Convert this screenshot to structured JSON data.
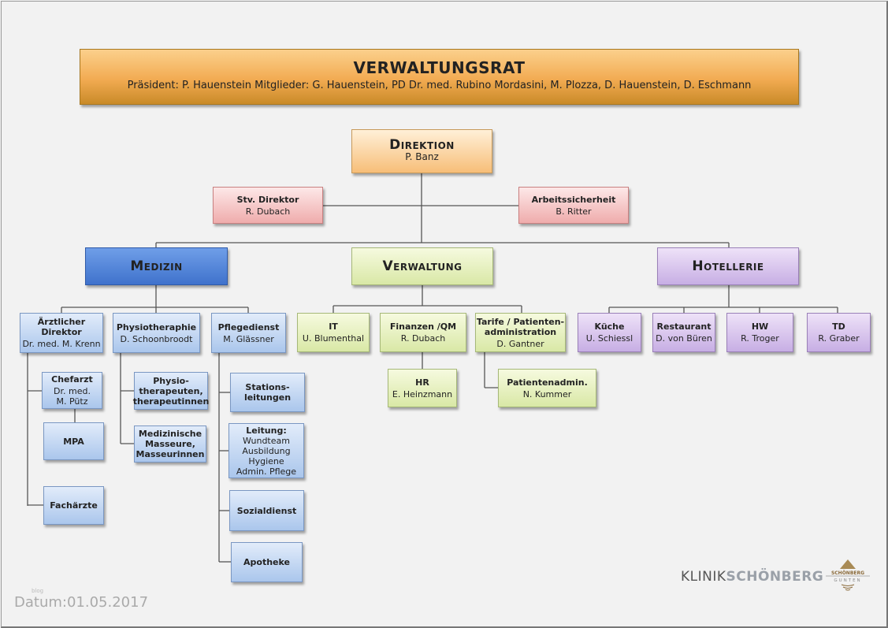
{
  "board": {
    "title": "VERWALTUNGSRAT",
    "members": "Präsident: P. Hauenstein Mitglieder: G. Hauenstein, PD Dr. med. Rubino Mordasini, M. Plozza, D. Hauenstein, D. Eschmann"
  },
  "boxes": [
    {
      "id": "direktion",
      "title": "Direktion",
      "name": "P. Banz"
    },
    {
      "id": "stv",
      "title": "Stv. Direktor",
      "name": "R. Dubach"
    },
    {
      "id": "arbeit",
      "title": "Arbeitssicherheit",
      "name": "B. Ritter"
    },
    {
      "id": "medizin",
      "title": "Medizin",
      "name": ""
    },
    {
      "id": "verwaltung",
      "title": "Verwaltung",
      "name": ""
    },
    {
      "id": "hotellerie",
      "title": "Hotellerie",
      "name": ""
    },
    {
      "id": "aerztl",
      "title": "Ärztlicher Direktor",
      "name": "Dr. med. M. Krenn"
    },
    {
      "id": "physio",
      "title": "Physiotheraphie",
      "name": "D. Schoonbroodt"
    },
    {
      "id": "pflege",
      "title": "Pflegedienst",
      "name": "M. Glässner"
    },
    {
      "id": "chefarzt",
      "title": "Chefarzt",
      "name": "Dr. med.\nM. Pütz"
    },
    {
      "id": "mpa",
      "title": "MPA",
      "name": ""
    },
    {
      "id": "fachaerzte",
      "title": "Fachärzte",
      "name": ""
    },
    {
      "id": "physiother",
      "title": "Physio-\ntherapeuten,\ntherapeutinnen",
      "name": ""
    },
    {
      "id": "masseure",
      "title": "Medizinische\nMasseure,\nMasseurinnen",
      "name": ""
    },
    {
      "id": "stations",
      "title": "Stations-\nleitungen",
      "name": ""
    },
    {
      "id": "leitung",
      "title": "Leitung:",
      "name": "Wundteam\nAusbildung\nHygiene\nAdmin. Pflege"
    },
    {
      "id": "sozial",
      "title": "Sozialdienst",
      "name": ""
    },
    {
      "id": "apotheke",
      "title": "Apotheke",
      "name": ""
    },
    {
      "id": "it",
      "title": "IT",
      "name": "U. Blumenthal"
    },
    {
      "id": "finanzen",
      "title": "Finanzen /QM",
      "name": "R. Dubach"
    },
    {
      "id": "tarife",
      "title": "Tarife / Patienten-\nadministration",
      "name": "D. Gantner"
    },
    {
      "id": "hr",
      "title": "HR",
      "name": "E. Heinzmann"
    },
    {
      "id": "patadmin",
      "title": "Patientenadmin.",
      "name": "N. Kummer"
    },
    {
      "id": "kueche",
      "title": "Küche",
      "name": "U. Schiessl"
    },
    {
      "id": "restaurant",
      "title": "Restaurant",
      "name": "D. von Büren"
    },
    {
      "id": "hw",
      "title": "HW",
      "name": "R. Troger"
    },
    {
      "id": "td",
      "title": "TD",
      "name": "R. Graber"
    }
  ],
  "footer": {
    "date": "Datum:01.05.2017",
    "watermark": "blog"
  },
  "logo": {
    "text_a": "KLINIK",
    "text_b": "SCHÖNBERG",
    "emblem_top": "SCHÖNBERG",
    "emblem_bottom": "GUNTEN"
  },
  "colors": {
    "medizin": "#4a7fd6",
    "verwaltung": "#d9e8a6",
    "hotellerie": "#c7aee4",
    "stab": "#efacac",
    "direktion": "#f7be78",
    "board": "#f2ab52",
    "line": "#555555"
  }
}
